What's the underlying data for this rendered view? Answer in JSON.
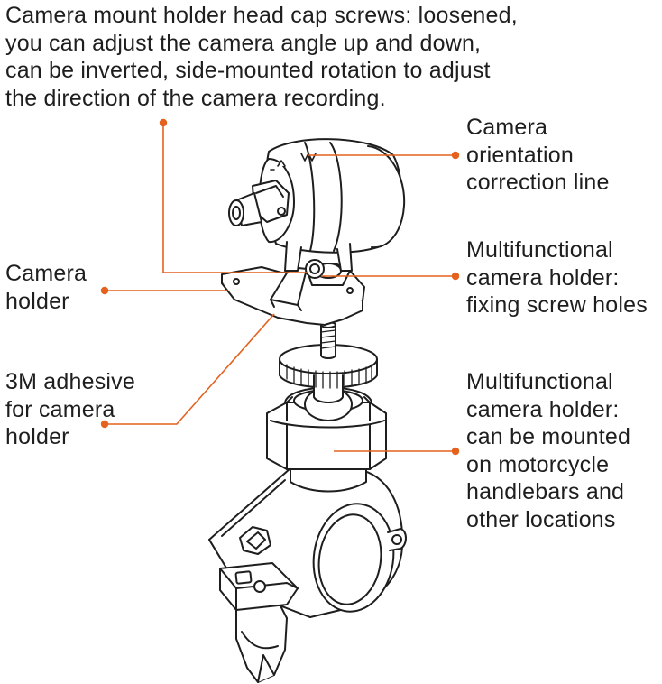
{
  "accent_color": "#e4611e",
  "line_color": "#1e1e1e",
  "labels": {
    "head_cap_screws": [
      "Camera mount holder head cap screws: loosened,",
      "you can adjust the camera angle up and down,",
      "can be inverted, side-mounted rotation to adjust",
      "the direction of the camera recording."
    ],
    "orientation_line": [
      "Camera",
      "orientation",
      "correction line"
    ],
    "screw_holes": [
      "Multifunctional",
      "camera holder:",
      "fixing screw holes"
    ],
    "camera_holder": [
      "Camera",
      "holder"
    ],
    "adhesive": [
      "3M adhesive",
      "for camera",
      "holder"
    ],
    "mount_locations": [
      "Multifunctional",
      "camera holder:",
      "can be mounted",
      "on motorcycle",
      "handlebars and",
      "other locations"
    ]
  }
}
